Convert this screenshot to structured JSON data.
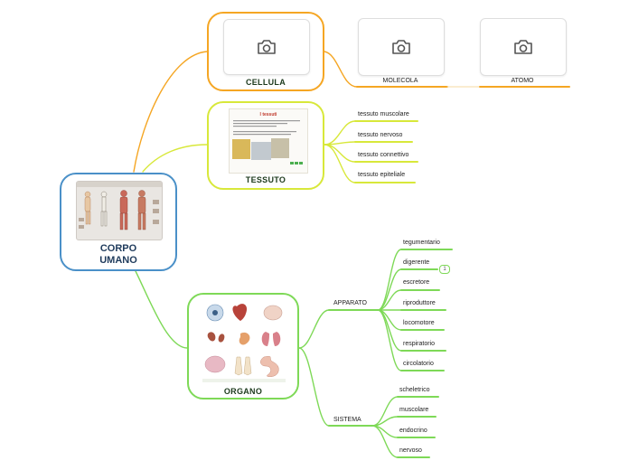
{
  "central": {
    "title": "CORPO UMANO"
  },
  "cellula": {
    "label": "CELLULA",
    "children": [
      {
        "label": "MOLECOLA"
      },
      {
        "label": "ATOMO"
      }
    ]
  },
  "tessuto": {
    "label": "TESSUTO",
    "image_title": "I tessuti",
    "children": [
      {
        "label": "tessuto muscolare"
      },
      {
        "label": "tessuto nervoso"
      },
      {
        "label": "tessuto connettivo"
      },
      {
        "label": "tessuto epiteliale"
      }
    ]
  },
  "organo": {
    "label": "ORGANO",
    "apparato": {
      "label": "APPARATO",
      "children": [
        {
          "label": "tegumentario"
        },
        {
          "label": "digerente"
        },
        {
          "label": "escretore"
        },
        {
          "label": "riproduttore"
        },
        {
          "label": "locomotore"
        },
        {
          "label": "respiratorio"
        },
        {
          "label": "circolatorio"
        }
      ]
    },
    "sistema": {
      "label": "SISTEMA",
      "children": [
        {
          "label": "scheletrico"
        },
        {
          "label": "muscolare"
        },
        {
          "label": "endocrino"
        },
        {
          "label": "nervoso"
        }
      ]
    }
  },
  "badge": "1",
  "colors": {
    "central": "#4a90c8",
    "cellula": "#f5a623",
    "tessuto": "#d8e83a",
    "organo": "#7ed957"
  },
  "icons": {
    "image_placeholder": "camera-icon"
  }
}
